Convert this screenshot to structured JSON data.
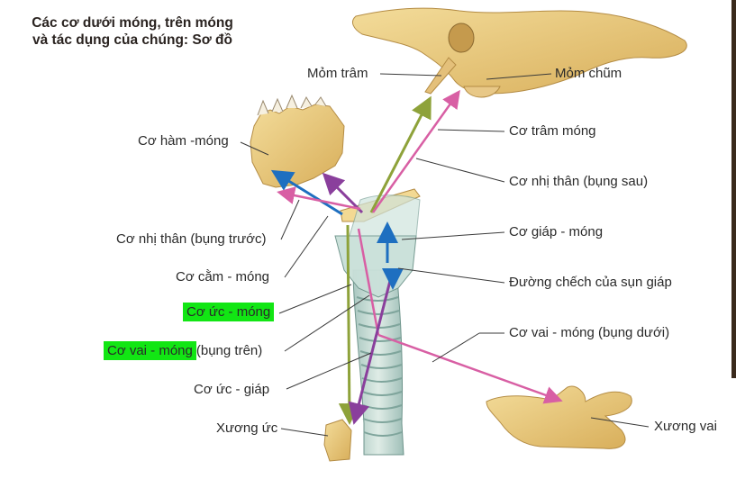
{
  "title": {
    "line1": "Các cơ dưới móng, trên móng",
    "line2": "và tác dụng của chúng: Sơ đồ"
  },
  "labels": {
    "mom_tram": "Mỏm trâm",
    "mom_chum": "Mỏm chũm",
    "co_ham_mong": "Cơ hàm -móng",
    "co_tram_mong": "Cơ trâm móng",
    "co_nhi_than_bung_sau": "Cơ nhị thân (bụng sau)",
    "co_nhi_than_bung_truoc": "Cơ nhị thân (bụng trước)",
    "co_giap_mong": "Cơ giáp - móng",
    "co_cam_mong": "Cơ cằm - móng",
    "duong_cheo_sun_giap": "Đường chếch của sụn giáp",
    "co_uc_mong": "Cơ ức - móng",
    "co_vai_mong_bung_duoi": "Cơ vai - móng (bụng dưới)",
    "co_vai_mong_bung_tren_a": "Cơ vai - móng",
    "co_vai_mong_bung_tren_b": "(bụng trên)",
    "co_uc_giap": "Cơ ức - giáp",
    "xuong_uc": "Xương ức",
    "xuong_vai": "Xương vai"
  },
  "colors": {
    "highlight": "#12e614",
    "arrow_olive": "#8ea23a",
    "arrow_pink": "#d85fa4",
    "arrow_blue": "#1e6fc0",
    "arrow_purple": "#8a3f9c",
    "bone": "#e9c77b"
  }
}
